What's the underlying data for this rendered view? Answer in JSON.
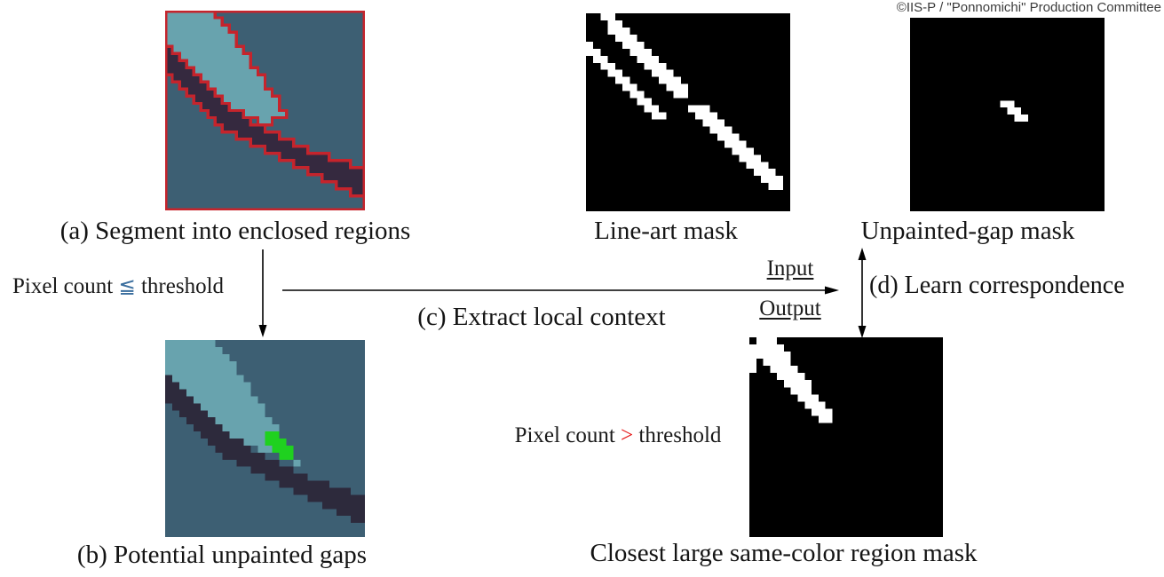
{
  "header": {
    "copyright": "©IIS-P / \"Ponnomichi\" Production Committee"
  },
  "panels": {
    "segmented": {
      "caption": "(a) Segment into enclosed regions"
    },
    "line_art_mask": {
      "caption": "Line-art mask"
    },
    "unpainted_gap_mask": {
      "caption": "Unpainted-gap mask"
    },
    "potential_gaps": {
      "caption": "(b) Potential unpainted gaps"
    },
    "closest_region_mask": {
      "caption": "Closest large same-color region mask"
    }
  },
  "annotations": {
    "threshold_small": {
      "prefix": "Pixel count ",
      "operator": "≦",
      "suffix": " threshold"
    },
    "threshold_large": {
      "prefix": "Pixel count ",
      "operator": ">",
      "suffix": " threshold"
    },
    "step_c": "(c) Extract local context",
    "step_d": "(d) Learn correspondence",
    "input": "Input",
    "output": "Output"
  },
  "colors": {
    "teal_background": "#3d5f73",
    "light_blue_region": "#68a3ae",
    "dark_navy_region_a": "#35293f",
    "dark_navy_region_b": "#2d2a3c",
    "red_outline": "#c5242c",
    "green_gap": "#1fd11f",
    "mask_black": "#000000",
    "mask_white": "#ffffff",
    "operator_blue": "#3a6e9e",
    "operator_red": "#e51414"
  }
}
